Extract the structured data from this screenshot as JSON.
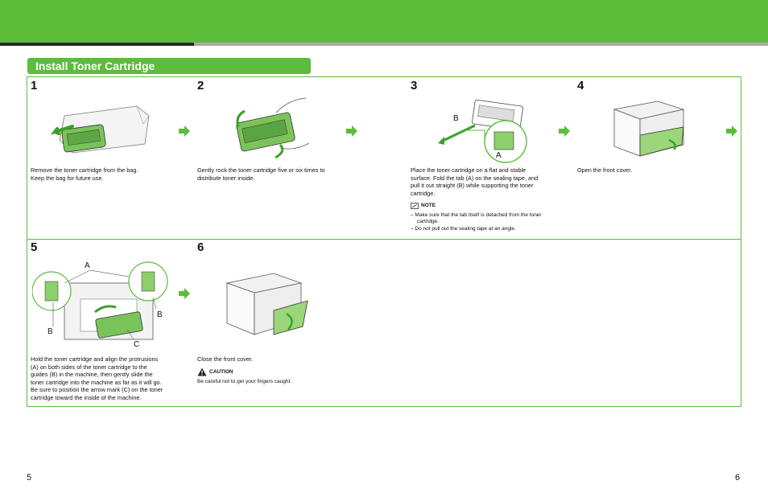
{
  "section_title": "Install Toner Cartridge",
  "steps": [
    {
      "number": "1",
      "text_lines": [
        "Remove the toner cartridge from the bag.",
        "Keep the bag for future use."
      ]
    },
    {
      "number": "2",
      "text_lines": [
        "Gently rock the toner cartridge five or six times to",
        "distribute toner inside."
      ]
    },
    {
      "number": "3",
      "text_lines": [
        "Place the toner cartridge on a flat and stable",
        "surface. Fold the tab (A) on the sealing tape, and",
        "pull it out straight (B) while supporting the toner",
        "cartridge."
      ],
      "callouts": [
        "B",
        "A"
      ],
      "note": {
        "title": "NOTE",
        "items": [
          "– Make sure that the tab itself is detached from the toner cartridge.",
          "– Do not pull out the sealing tape at an angle."
        ]
      }
    },
    {
      "number": "4",
      "text_lines": [
        "Open the front cover."
      ]
    },
    {
      "number": "5",
      "text_lines": [
        "Hold the toner cartridge and align the protrusions",
        "(A) on both sides of the toner cartridge to the",
        "guides (B) in the machine, then gently slide the",
        "toner cartridge into the machine as far as it will go.",
        "Be sure to position the arrow mark (C) on the toner",
        "cartridge toward the inside of the machine."
      ],
      "callouts": [
        "A",
        "B",
        "B",
        "C"
      ]
    },
    {
      "number": "6",
      "text_lines": [
        "Close the front cover."
      ],
      "caution": {
        "title": "CAUTION",
        "text": "Be careful not to get your fingers caught."
      }
    }
  ],
  "page_numbers": {
    "left": "5",
    "right": "6"
  },
  "icons": [
    "next-step-arrow-icon",
    "note-icon",
    "caution-warning-icon"
  ],
  "colors": {
    "accent_green": "#5bbd3a",
    "dark_rule": "#2a2a2a",
    "grey_rule": "#a9a9a9"
  }
}
